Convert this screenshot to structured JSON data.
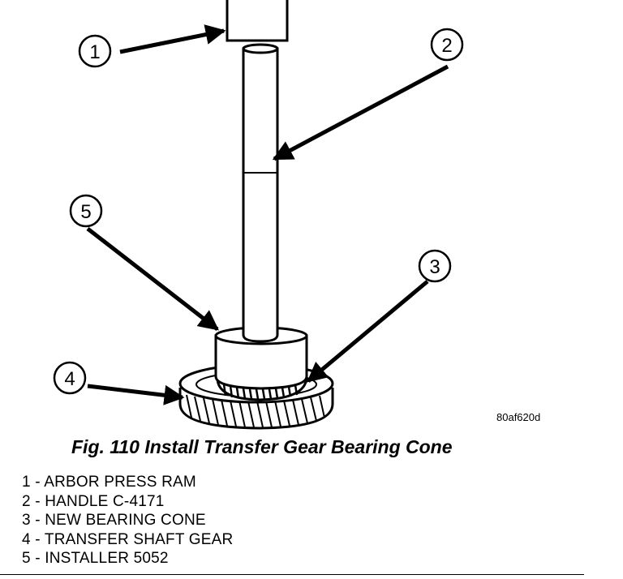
{
  "callouts": [
    {
      "number": "1",
      "label": "ARBOR PRESS RAM"
    },
    {
      "number": "2",
      "label": "HANDLE C-4171"
    },
    {
      "number": "3",
      "label": "NEW BEARING CONE"
    },
    {
      "number": "4",
      "label": "TRANSFER SHAFT GEAR"
    },
    {
      "number": "5",
      "label": "INSTALLER 5052"
    }
  ],
  "legend": [
    "1 - ARBOR PRESS RAM",
    "2 - HANDLE C-4171",
    "3 - NEW BEARING CONE",
    "4 - TRANSFER SHAFT GEAR",
    "5 - INSTALLER 5052"
  ],
  "image_code": "80af620d",
  "caption": "Fig. 110 Install Transfer Gear Bearing Cone"
}
